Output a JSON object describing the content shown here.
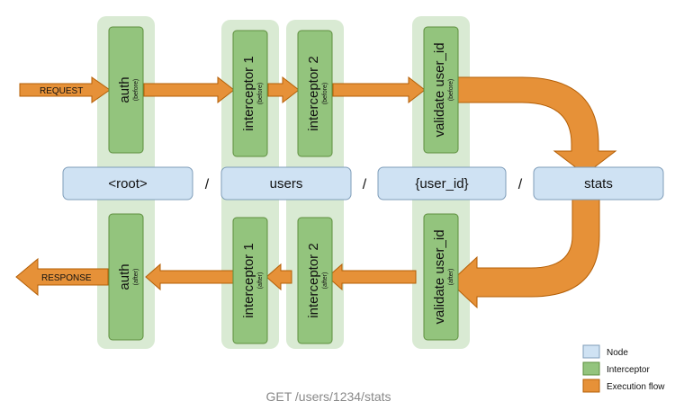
{
  "nodes": [
    "<root>",
    "users",
    "{user_id}",
    "stats"
  ],
  "separator": "/",
  "interceptors_before": [
    {
      "name": "auth",
      "phase": "(before)"
    },
    {
      "name": "interceptor 1",
      "phase": "(before)"
    },
    {
      "name": "interceptor 2",
      "phase": "(before)"
    },
    {
      "name": "validate user_id",
      "phase": "(before)"
    }
  ],
  "interceptors_after": [
    {
      "name": "auth",
      "phase": "(after)"
    },
    {
      "name": "interceptor 1",
      "phase": "(after)"
    },
    {
      "name": "interceptor 2",
      "phase": "(after)"
    },
    {
      "name": "validate user_id",
      "phase": "(after)"
    }
  ],
  "flow": {
    "request_label": "REQUEST",
    "response_label": "RESPONSE"
  },
  "legend": [
    {
      "label": "Node",
      "color": "#cfe2f3"
    },
    {
      "label": "Interceptor",
      "color": "#93c47d"
    },
    {
      "label": "Execution flow",
      "color": "#e69138"
    }
  ],
  "caption": "GET /users/1234/stats",
  "colors": {
    "node_fill": "#cfe2f3",
    "node_stroke": "#7f9db9",
    "interceptor_fill": "#93c47d",
    "interceptor_stroke": "#5e8f3e",
    "column_fill": "#d9ead3",
    "flow_fill": "#e69138",
    "flow_stroke": "#b45f06"
  }
}
